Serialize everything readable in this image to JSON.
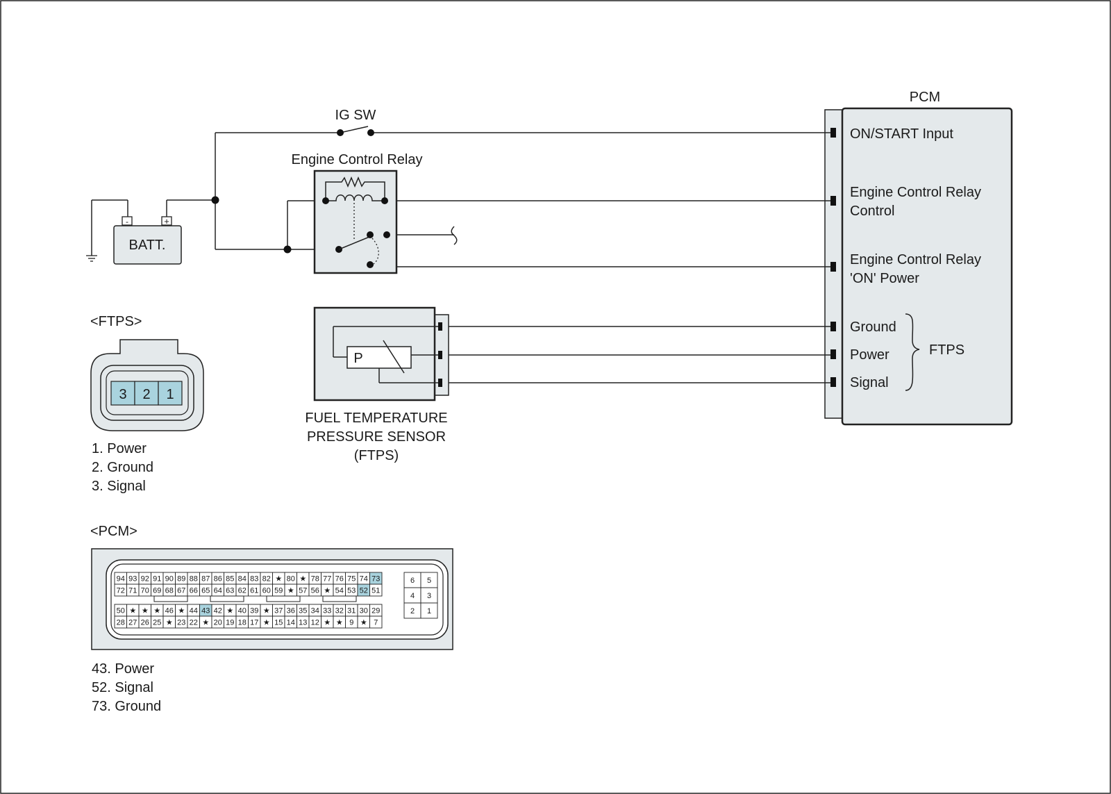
{
  "colors": {
    "component_fill": "#e4e9eb",
    "highlight_pin": "#a9d3de",
    "line": "#222222"
  },
  "pcm": {
    "title": "PCM",
    "terminals": {
      "on_start": "ON/START Input",
      "ecr_control_1": "Engine Control Relay",
      "ecr_control_2": "Control",
      "ecr_on_power_1": "Engine Control Relay",
      "ecr_on_power_2": "'ON' Power",
      "ground": "Ground",
      "power": "Power",
      "signal": "Signal"
    },
    "group_label": "FTPS"
  },
  "ig_switch": {
    "label": "IG SW"
  },
  "relay": {
    "label": "Engine Control Relay"
  },
  "battery": {
    "label": "BATT.",
    "neg": "-",
    "pos": "+"
  },
  "sensor": {
    "symbol": "P",
    "name_1": "FUEL TEMPERATURE",
    "name_2": "PRESSURE SENSOR",
    "name_3": "(FTPS)"
  },
  "ftps_connector": {
    "heading": "<FTPS>",
    "pins": [
      "3",
      "2",
      "1"
    ],
    "legend": [
      "1. Power",
      "2. Ground",
      "3. Signal"
    ]
  },
  "pcm_connector": {
    "heading": "<PCM>",
    "rows": [
      [
        "94",
        "93",
        "92",
        "91",
        "90",
        "89",
        "88",
        "87",
        "86",
        "85",
        "84",
        "83",
        "82",
        "★",
        "80",
        "★",
        "78",
        "77",
        "76",
        "75",
        "74",
        "73"
      ],
      [
        "72",
        "71",
        "70",
        "69",
        "68",
        "67",
        "66",
        "65",
        "64",
        "63",
        "62",
        "61",
        "60",
        "59",
        "★",
        "57",
        "56",
        "★",
        "54",
        "53",
        "52",
        "51"
      ],
      [
        "50",
        "★",
        "★",
        "★",
        "46",
        "★",
        "44",
        "43",
        "42",
        "★",
        "40",
        "39",
        "★",
        "37",
        "36",
        "35",
        "34",
        "33",
        "32",
        "31",
        "30",
        "29"
      ],
      [
        "28",
        "27",
        "26",
        "25",
        "★",
        "23",
        "22",
        "★",
        "20",
        "19",
        "18",
        "17",
        "★",
        "15",
        "14",
        "13",
        "12",
        "★",
        "★",
        "9",
        "★",
        "7"
      ]
    ],
    "highlighted": [
      "73",
      "52",
      "43"
    ],
    "small_block": [
      [
        "6",
        "5"
      ],
      [
        "4",
        "3"
      ],
      [
        "2",
        "1"
      ]
    ],
    "legend": [
      "43. Power",
      "52. Signal",
      "73. Ground"
    ]
  }
}
